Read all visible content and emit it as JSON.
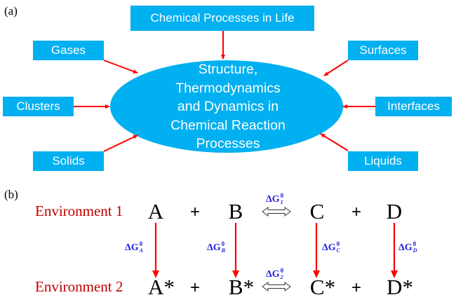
{
  "panel_a": {
    "label": "(a)",
    "center": {
      "lines": [
        "Structure,",
        "Thermodynamics",
        "and Dynamics in",
        "Chemical Reaction",
        "Processes"
      ]
    },
    "boxes": {
      "top": "Chemical Processes in Life",
      "gases": "Gases",
      "surfaces": "Surfaces",
      "clusters": "Clusters",
      "interfaces": "Interfaces",
      "solids": "Solids",
      "liquids": "Liquids"
    },
    "colors": {
      "box": "#00b0f0",
      "arrow": "#ff0000",
      "text": "#ffffff"
    }
  },
  "panel_b": {
    "label": "(b)",
    "env1": "Environment 1",
    "env2": "Environment 2",
    "row1": {
      "a": "A",
      "b": "B",
      "c": "C",
      "d": "D",
      "plus": "+"
    },
    "row2": {
      "a": "A*",
      "b": "B*",
      "c": "C*",
      "d": "D*",
      "plus": "+"
    },
    "dg": {
      "symbol": "ΔG",
      "sup": "0",
      "sub_1": "1",
      "sub_2": "2",
      "sub_A": "A",
      "sub_B": "B",
      "sub_C": "C",
      "sub_D": "D"
    },
    "colors": {
      "env": "#c00000",
      "dg": "#1f1fe0",
      "arrow": "#ff0000"
    }
  }
}
